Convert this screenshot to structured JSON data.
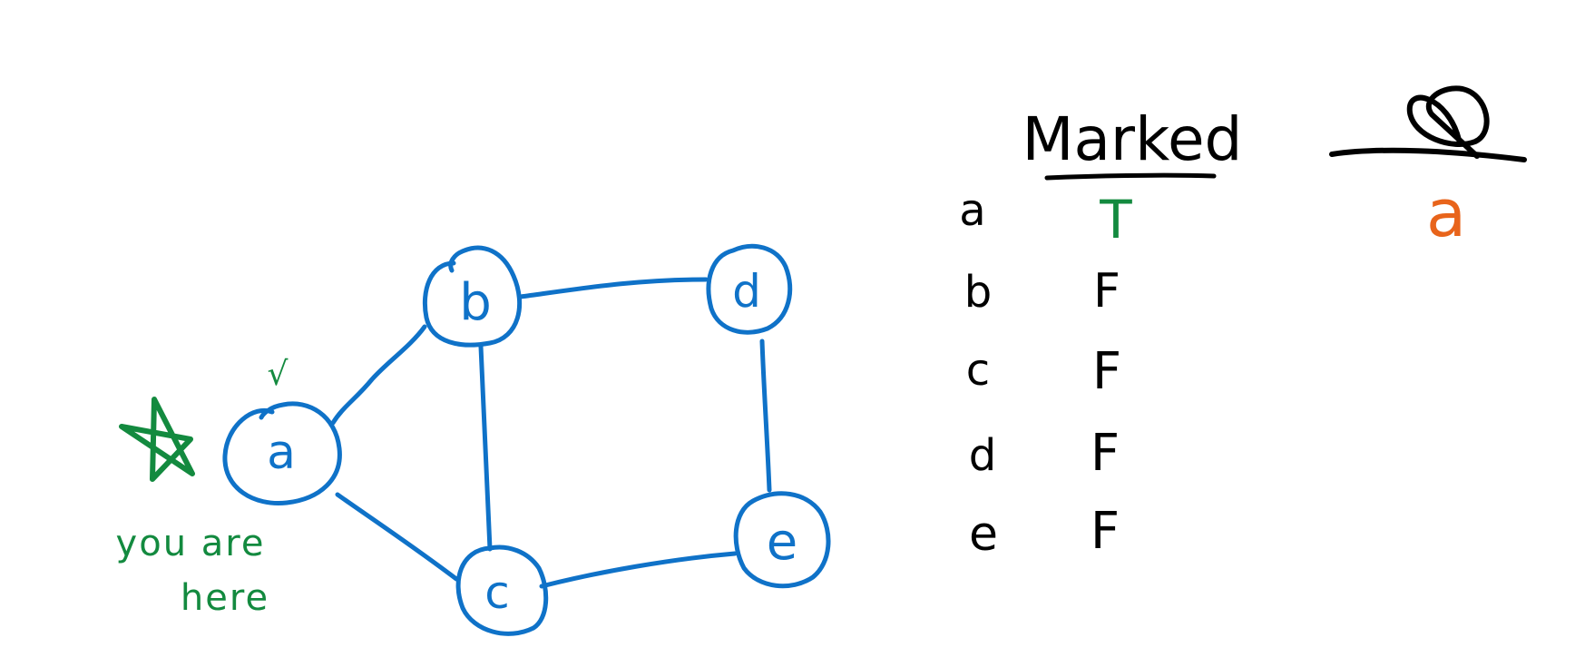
{
  "colors": {
    "graph": "#0f72c8",
    "annotation": "#138a3f",
    "ink": "#000000",
    "queue_item": "#e8641b",
    "background": "#ffffff"
  },
  "graph": {
    "nodes": [
      {
        "id": "a",
        "label": "a"
      },
      {
        "id": "b",
        "label": "b"
      },
      {
        "id": "c",
        "label": "c"
      },
      {
        "id": "d",
        "label": "d"
      },
      {
        "id": "e",
        "label": "e"
      }
    ],
    "edges": [
      {
        "from": "a",
        "to": "b"
      },
      {
        "from": "a",
        "to": "c"
      },
      {
        "from": "b",
        "to": "c"
      },
      {
        "from": "b",
        "to": "d"
      },
      {
        "from": "d",
        "to": "e"
      },
      {
        "from": "c",
        "to": "e"
      }
    ],
    "visited_check": "√",
    "current_marker_icon": "star-icon",
    "you_are_here_line1": "you are",
    "you_are_here_line2": "here"
  },
  "marked_table": {
    "header": "Marked",
    "rows": [
      {
        "vertex": "a",
        "value": "T"
      },
      {
        "vertex": "b",
        "value": "F"
      },
      {
        "vertex": "c",
        "value": "F"
      },
      {
        "vertex": "d",
        "value": "F"
      },
      {
        "vertex": "e",
        "value": "F"
      }
    ]
  },
  "queue": {
    "header_icon": "queue-symbol-icon",
    "items": [
      "a"
    ]
  }
}
